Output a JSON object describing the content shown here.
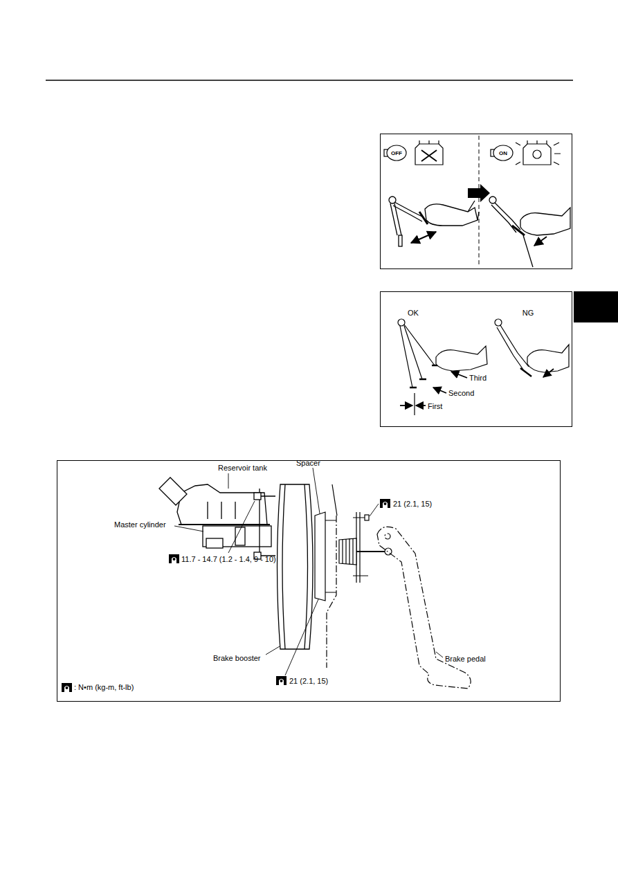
{
  "diagram": {
    "labels": [
      "OFF",
      "ON",
      "OK",
      "NG",
      "Third",
      "Second",
      "First",
      "Reservoir tank",
      "Spacer",
      "21 (2.1, 15)",
      "Master cylinder",
      "11.7 - 14.7 (1.2 - 1.4, 9 - 10)",
      "Brake booster",
      "21 (2.1, 15)",
      "Brake pedal"
    ],
    "legend": [
      {
        "text": ": N•m (kg-m, ft-lb)"
      }
    ]
  }
}
